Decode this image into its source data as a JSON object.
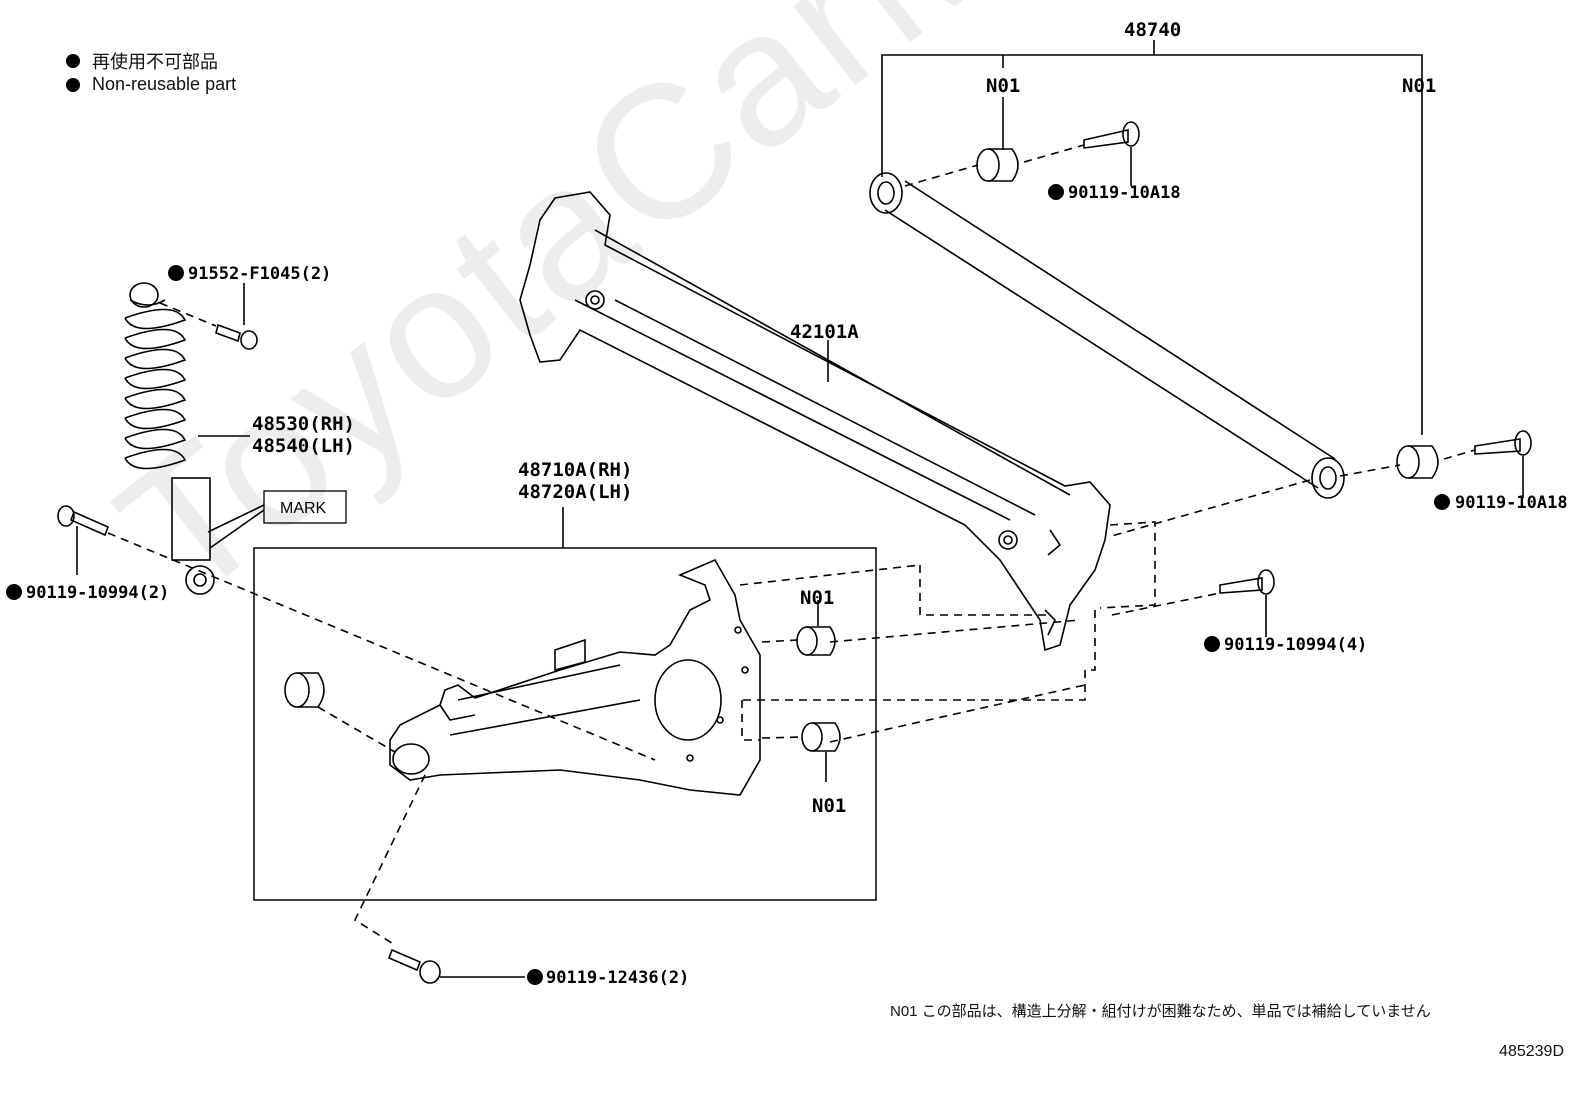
{
  "legend": {
    "jp": "再使用不可部品",
    "en": "Non-reusable part"
  },
  "parts": {
    "lateral_rod": "48740",
    "n01_top_left": "N01",
    "n01_top_right": "N01",
    "bolt_top": "90119-10A18",
    "bolt_right": "90119-10A18",
    "bolt_shock_top": "91552-F1045(2)",
    "shock_rh": "48530(RH)",
    "shock_lh": "48540(LH)",
    "mark": "MARK",
    "bolt_shock_bottom": "90119-10994(2)",
    "axle_beam": "42101A",
    "arm_rh": "48710A(RH)",
    "arm_lh": "48720A(LH)",
    "n01_arm_upper": "N01",
    "n01_arm_lower": "N01",
    "bolt_arm_mount": "90119-10994(4)",
    "bolt_arm_front": "90119-12436(2)"
  },
  "footnote": "N01 この部品は、構造上分解・組付けが困難なため、単品では補給していません",
  "illustration_id": "485239D",
  "watermark": "ToyotaCarMine.ru"
}
